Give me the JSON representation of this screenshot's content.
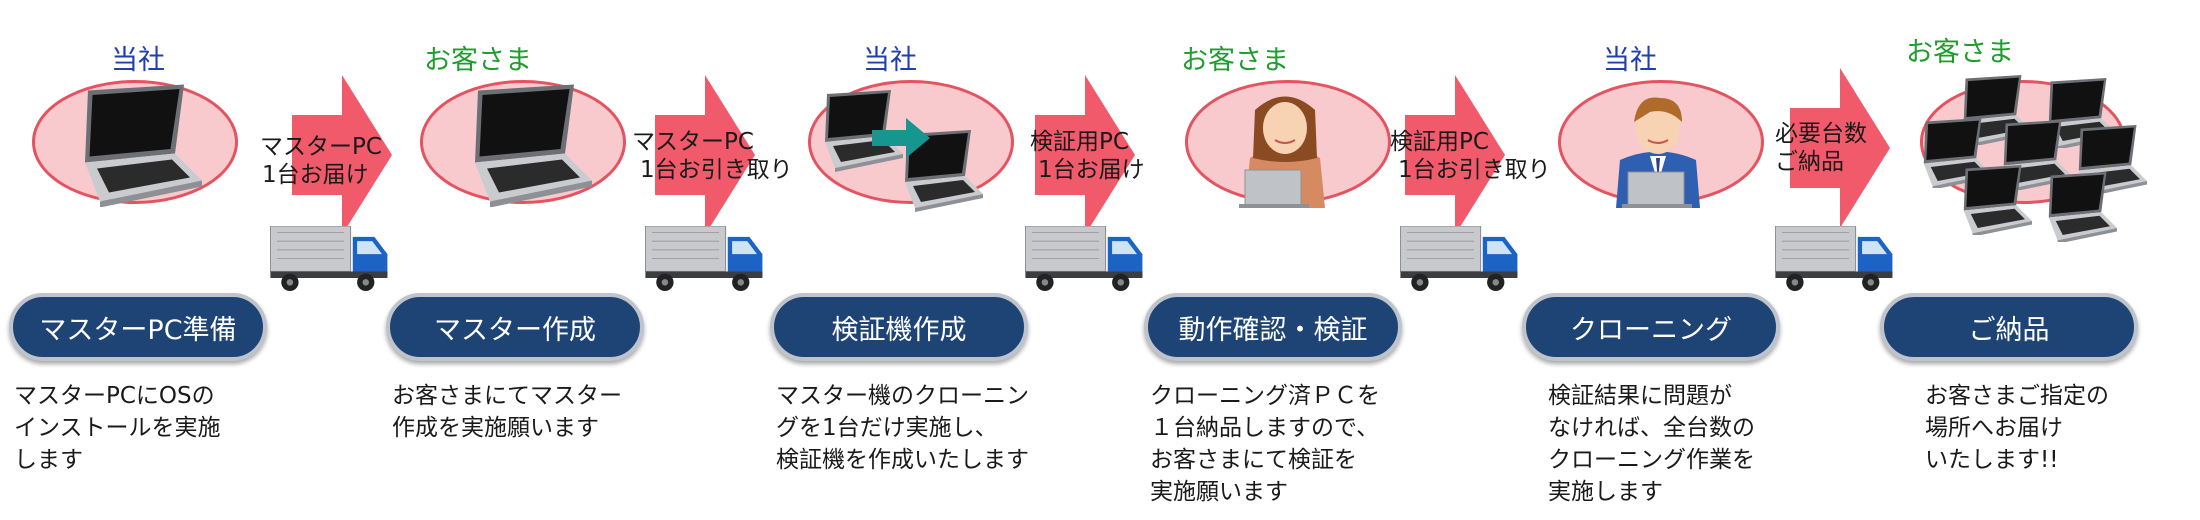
{
  "parties": [
    "当社",
    "お客さま",
    "当社",
    "お客さま",
    "当社",
    "お客さま"
  ],
  "arrows": [
    {
      "line1": "マスターPC",
      "line2": "1台お届け"
    },
    {
      "line1": "マスターPC",
      "line2": "1台お引き取り"
    },
    {
      "line1": "検証用PC",
      "line2": "1台お届け"
    },
    {
      "line1": "検証用PC",
      "line2": "1台お引き取り"
    },
    {
      "line1": "必要台数",
      "line2": "ご納品"
    }
  ],
  "steps": [
    "マスターPC準備",
    "マスター作成",
    "検証機作成",
    "動作確認・検証",
    "クローニング",
    "ご納品"
  ],
  "descriptions": [
    [
      "マスターPCにOSの",
      "インストールを実施",
      "します"
    ],
    [
      "お客さまにてマスター",
      "作成を実施願います"
    ],
    [
      "マスター機のクローニン",
      "グを1台だけ実施し、",
      "検証機を作成いたします"
    ],
    [
      "クローニング済ＰＣを",
      "１台納品しますので、",
      "お客さまにて検証を",
      "実施願います"
    ],
    [
      "検証結果に問題が",
      "なければ、全台数の",
      "クローニング作業を",
      "実施します"
    ],
    [
      "お客さまご指定の",
      "場所へお届け",
      "いたします!!"
    ]
  ],
  "colors": {
    "company": "#1f3fae",
    "customer": "#1f9d2f",
    "step_bg": "#1e4476",
    "ellipse": "#f8c9cd",
    "arrow": "#f05a6a"
  }
}
